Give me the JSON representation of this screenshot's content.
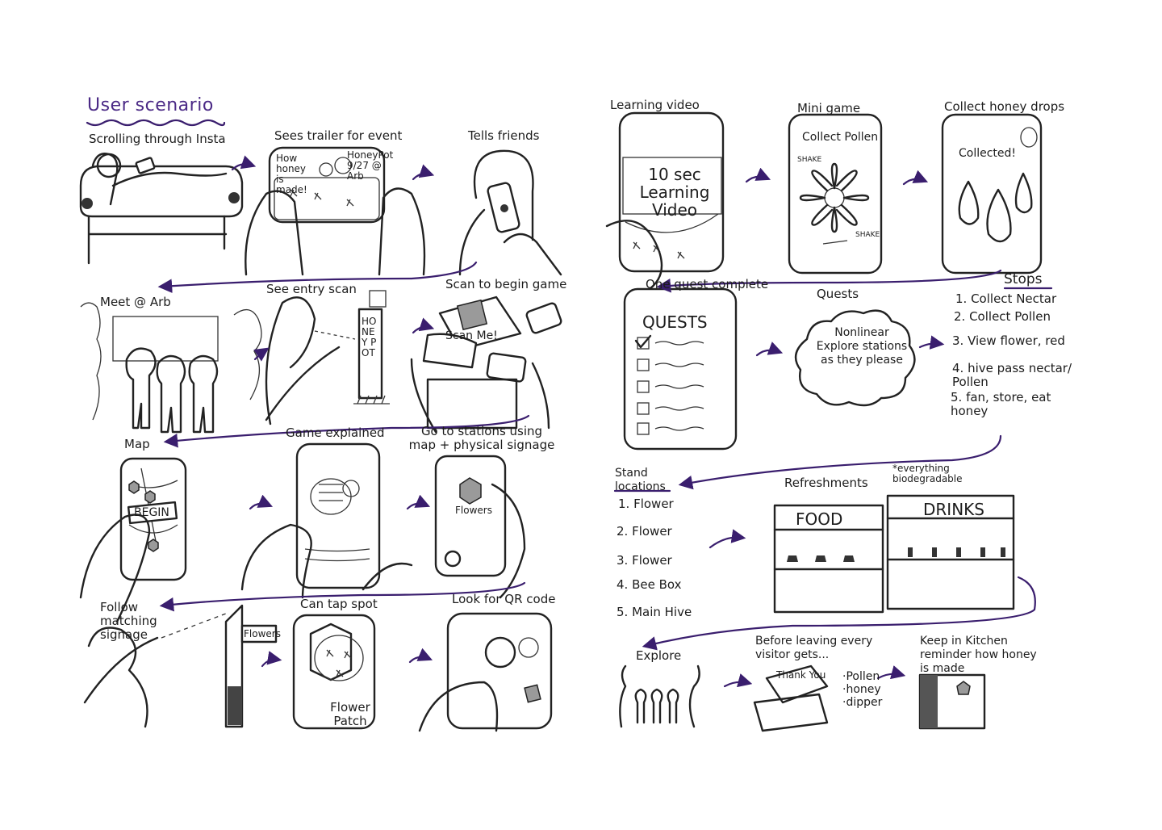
{
  "left": {
    "title": "User scenario",
    "panels": {
      "p1": "Scrolling through Insta",
      "p2": "Sees trailer for event",
      "p2_screen_a": "How honey is made!",
      "p2_screen_b": "HoneyPot 9/27 @ Arb",
      "p3": "Tells friends",
      "p4": "Meet @ Arb",
      "p5": "See entry scan",
      "p5_sign": "HONEY POT",
      "p6": "Scan to begin game",
      "p6_card": "Scan Me!",
      "p7": "Map",
      "p7_button": "BEGIN",
      "p8": "Game explained",
      "p9": "Go to stations using map + physical signage",
      "p9_screen": "Flowers",
      "p10": "Follow matching signage",
      "p10_sign": "Flowers",
      "p11": "Can tap spot",
      "p11_caption": "Flower Patch",
      "p12": "Look for QR code"
    }
  },
  "right": {
    "panels": {
      "r1": "Learning video",
      "r1_screen": "10 sec Learning Video",
      "r2": "Mini game",
      "r2_screen": "Collect Pollen",
      "r2_shake_a": "SHAKE",
      "r2_shake_b": "SHAKE",
      "r3": "Collect honey drops",
      "r3_screen": "Collected!",
      "r4": "One quest complete",
      "r4_screen": "QUESTS",
      "r5": "Quests",
      "r5_cloud": "Nonlinear Explore stations as they please"
    },
    "stops": {
      "title": "Stops",
      "items": [
        "1. Collect Nectar",
        "2. Collect Pollen",
        "3. View flower, red",
        "4. hive pass nectar/ Pollen",
        "5. fan, store, eat honey"
      ]
    },
    "stands": {
      "title": "Stand locations",
      "items": [
        "1. Flower",
        "2. Flower",
        "3. Flower",
        "4. Bee Box",
        "5. Main Hive"
      ]
    },
    "refreshments": {
      "title": "Refreshments",
      "note": "*everything biodegradable",
      "food": "FOOD",
      "drinks": "DRINKS"
    },
    "bottom": {
      "explore": "Explore",
      "leaving": "Before leaving every visitor gets...",
      "box_label": "Thank You",
      "gifts": [
        "·Pollen",
        "·honey",
        "·dipper"
      ],
      "kitchen": "Keep in Kitchen reminder how honey is made"
    }
  },
  "colors": {
    "ink": "#222222",
    "accent": "#3a1e6e",
    "paper": "#ffffff"
  }
}
